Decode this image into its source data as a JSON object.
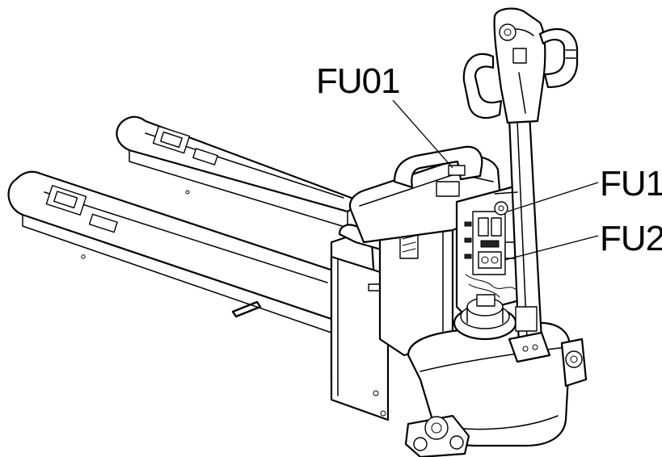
{
  "callouts": {
    "fu01": "FU01",
    "fu1": "FU1",
    "fu2": "FU2"
  },
  "colors": {
    "line": "#000000",
    "background": "#ffffff"
  }
}
